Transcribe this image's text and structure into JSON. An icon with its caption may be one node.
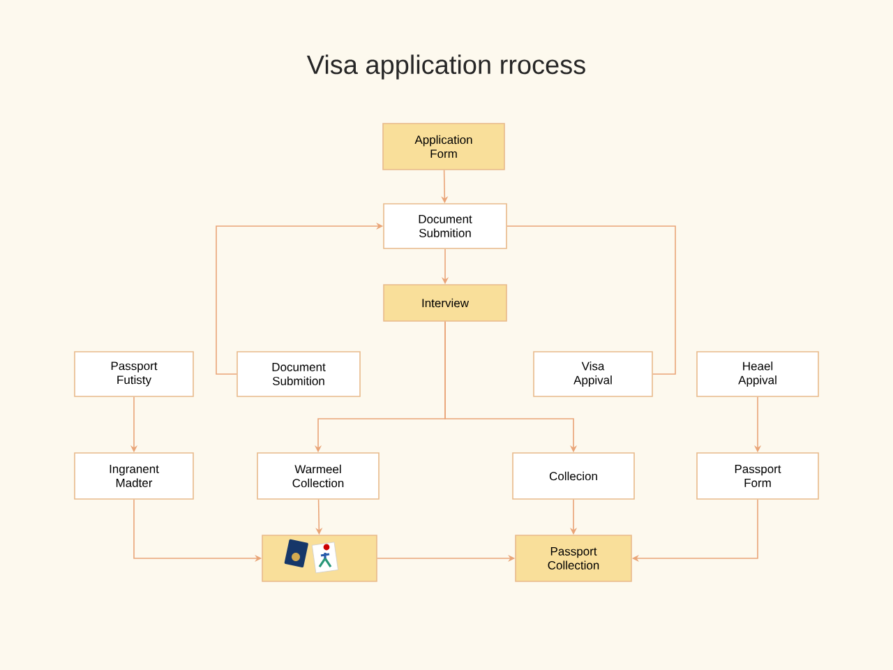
{
  "diagram": {
    "title": "Visa application rrocess",
    "nodes": [
      {
        "text": [
          "Application Form"
        ]
      },
      {
        "text": [
          "Document Submition"
        ]
      },
      {
        "text": [
          "Interview"
        ]
      },
      {
        "text": [
          "Passport Futisty"
        ]
      },
      {
        "text": [
          "Document Submition"
        ]
      },
      {
        "text": [
          "Visa Appival"
        ]
      },
      {
        "text": [
          "Heael Appival"
        ]
      },
      {
        "text": [
          "Ingranent Madter"
        ]
      },
      {
        "text": [
          "Warmeel Collection"
        ]
      },
      {
        "text": [
          "Collecion"
        ]
      },
      {
        "text": [
          "Passport Form"
        ]
      },
      {
        "text": [],
        "shape": "box"
      },
      {
        "text": [
          "Passport Collection"
        ]
      }
    ],
    "edges": [
      {
        "from": 0,
        "to": 1,
        "arrow": "to"
      },
      {
        "from": 1,
        "to": 2,
        "arrow": "to"
      },
      {
        "from": 4,
        "to": 1,
        "arrow": "to"
      },
      {
        "from": 1,
        "to": 5,
        "arrow": "none"
      },
      {
        "from": 2,
        "to": 8,
        "arrow": "to"
      },
      {
        "from": 2,
        "to": 9,
        "arrow": "to"
      },
      {
        "from": 3,
        "to": 7,
        "arrow": "to"
      },
      {
        "from": 6,
        "to": 10,
        "arrow": "to"
      },
      {
        "from": 7,
        "to": 11,
        "arrow": "to"
      },
      {
        "from": 8,
        "to": 11,
        "arrow": "to"
      },
      {
        "from": 11,
        "to": 12,
        "arrow": "to"
      },
      {
        "from": 9,
        "to": 12,
        "arrow": "to"
      },
      {
        "from": 10,
        "to": 12,
        "arrow": "to"
      }
    ]
  }
}
